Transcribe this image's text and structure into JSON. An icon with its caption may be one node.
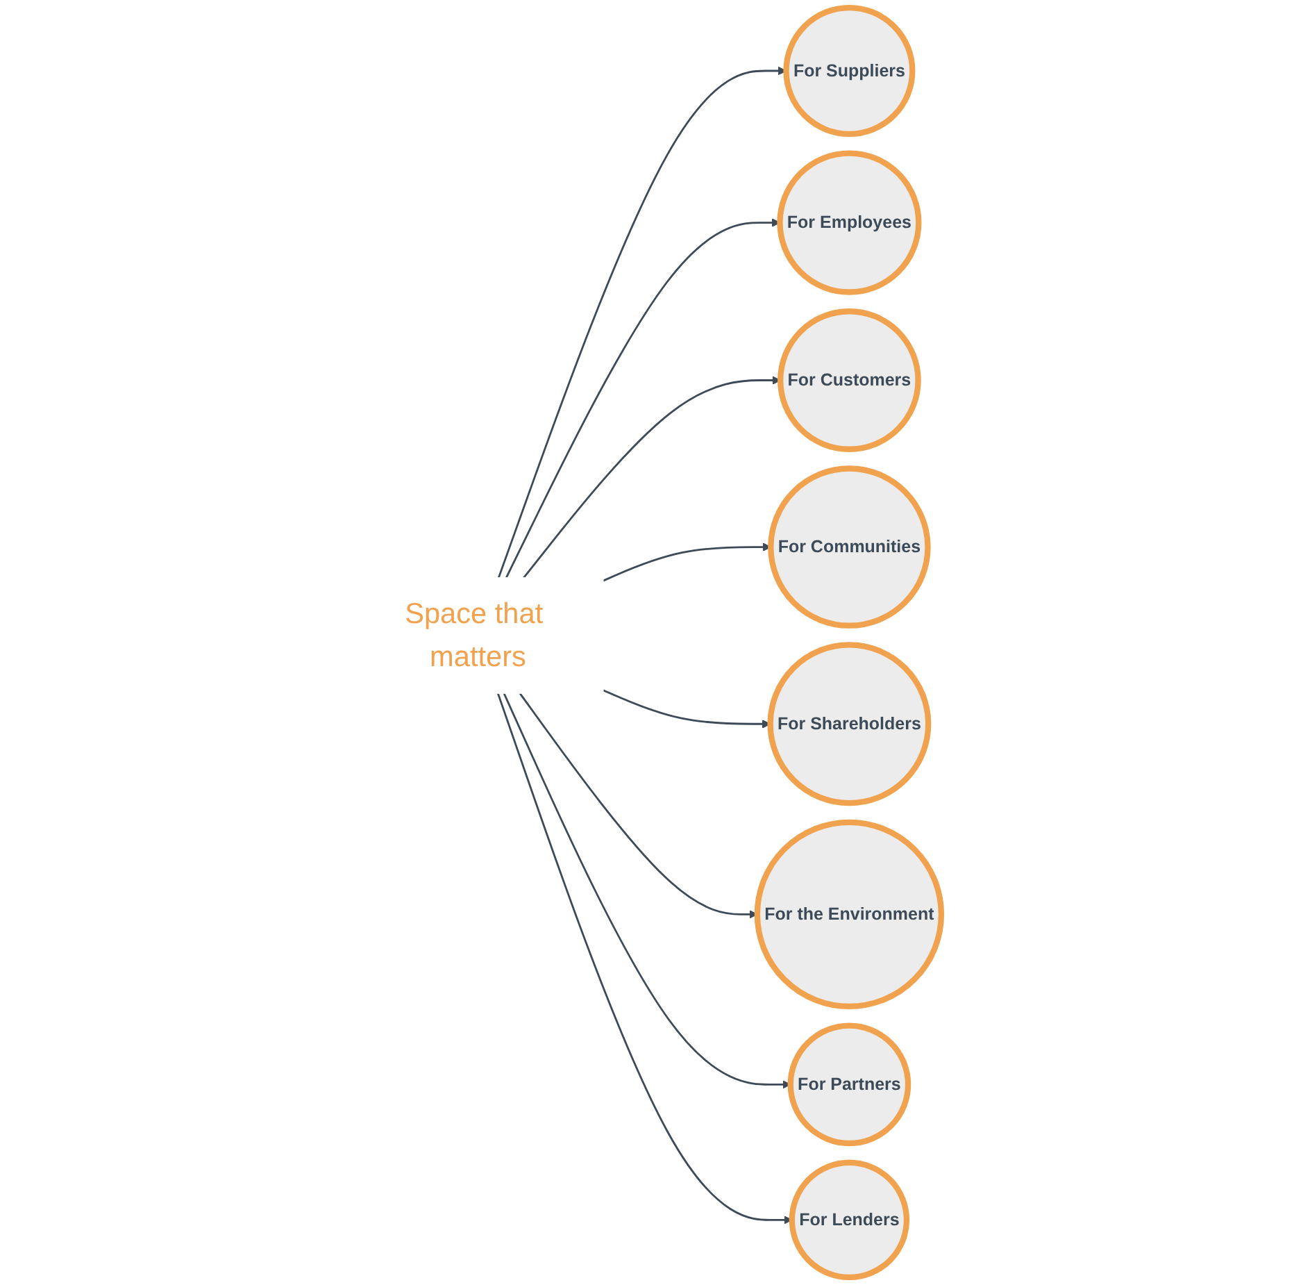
{
  "diagram": {
    "nodes": [
      {
        "text": [
          "Space that matters"
        ]
      },
      {
        "text": [
          "For Suppliers"
        ]
      },
      {
        "text": [
          "For Employees"
        ]
      },
      {
        "text": [
          "For Customers"
        ]
      },
      {
        "text": [
          "For Communities"
        ]
      },
      {
        "text": [
          "For Shareholders"
        ]
      },
      {
        "text": [
          "For the Environment"
        ]
      },
      {
        "text": [
          "For Partners"
        ]
      },
      {
        "text": [
          "For Lenders"
        ]
      }
    ],
    "edges": [
      {
        "from": 0,
        "to": 1,
        "arrow": "to"
      },
      {
        "from": 0,
        "to": 2,
        "arrow": "to"
      },
      {
        "from": 0,
        "to": 3,
        "arrow": "to"
      },
      {
        "from": 0,
        "to": 4,
        "arrow": "to"
      },
      {
        "from": 0,
        "to": 5,
        "arrow": "to"
      },
      {
        "from": 0,
        "to": 6,
        "arrow": "to"
      },
      {
        "from": 0,
        "to": 7,
        "arrow": "to"
      },
      {
        "from": 0,
        "to": 8,
        "arrow": "to"
      }
    ]
  }
}
